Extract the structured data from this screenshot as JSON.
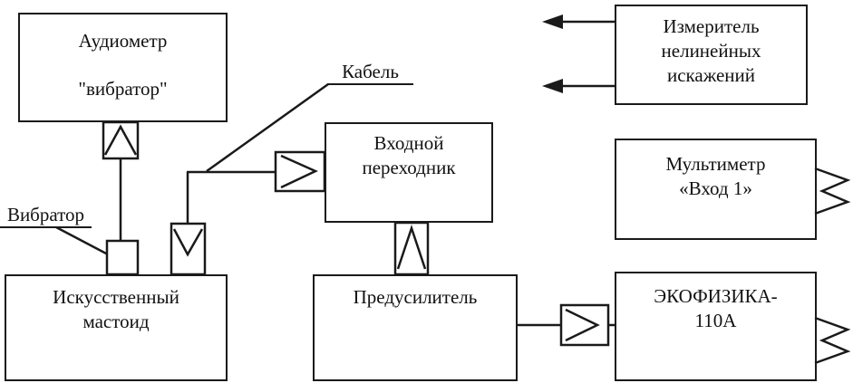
{
  "colors": {
    "line": "#1a1a1a",
    "text": "#111111",
    "background": "#ffffff"
  },
  "boxes": {
    "audiometer": {
      "line1": "Аудиометр",
      "line2": "\"вибратор\""
    },
    "distortion_meter": {
      "line1": "Измеритель",
      "line2": "нелинейных",
      "line3": "искажений"
    },
    "input_adapter": {
      "line1": "Входной",
      "line2": "переходник"
    },
    "multimeter": {
      "line1": "Мультиметр",
      "line2": "«Вход 1»"
    },
    "artificial_mastoid": {
      "line1": "Искусственный",
      "line2": "мастоид"
    },
    "preamplifier": {
      "line1": "Предусилитель"
    },
    "ecophysica": {
      "line1": "ЭКОФИЗИКА-",
      "line2": "110А"
    }
  },
  "labels": {
    "cable": "Кабель",
    "vibrator": "Вибратор"
  },
  "icons": {
    "plug_connector": "rect-with-chevron",
    "panel_connector": "swallowtail-notch",
    "signal_arrow": "left-filled-arrow",
    "vibrator_contact": "small-square"
  }
}
